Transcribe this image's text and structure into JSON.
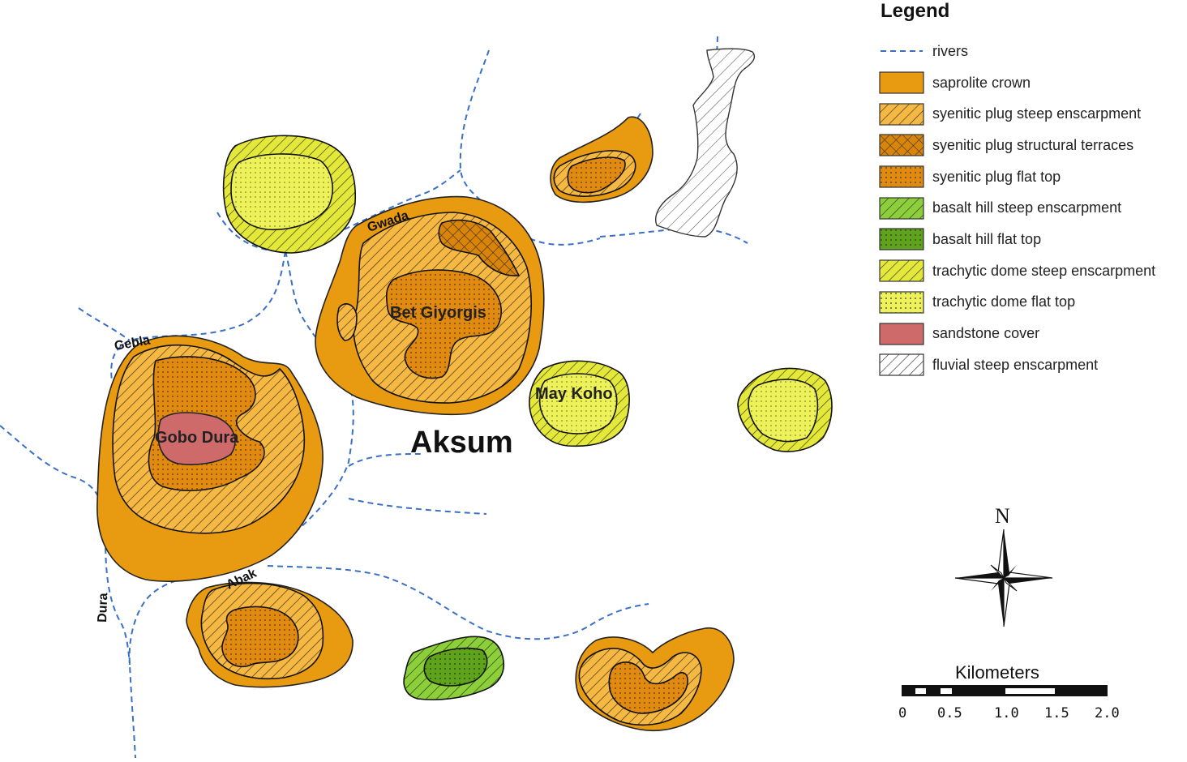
{
  "map_labels": {
    "town": "Aksum",
    "features": [
      "Bet Giyorgis",
      "Gobo Dura",
      "May Koho"
    ],
    "rivers": [
      "Gwada",
      "Gebla",
      "Abak",
      "Dura"
    ]
  },
  "legend": {
    "title": "Legend",
    "items": [
      {
        "label": "rivers",
        "icon": "dashed-line",
        "color": "#3b6fc4"
      },
      {
        "label": "saprolite crown",
        "icon": "solid-fill",
        "color": "#e89a10"
      },
      {
        "label": "syenitic plug steep enscarpment",
        "icon": "hatch-fill",
        "color": "#f5b843"
      },
      {
        "label": "syenitic plug structural terraces",
        "icon": "crosshatch-fill",
        "color": "#d9850c"
      },
      {
        "label": "syenitic plug flat top",
        "icon": "dot-fill",
        "color": "#e08a12"
      },
      {
        "label": "basalt hill steep enscarpment",
        "icon": "hatch-fill",
        "color": "#8ccf3a"
      },
      {
        "label": "basalt hill flat top",
        "icon": "dot-fill",
        "color": "#5fa21c"
      },
      {
        "label": "trachytic dome steep enscarpment",
        "icon": "hatch-fill",
        "color": "#e3e83a"
      },
      {
        "label": "trachytic dome flat top",
        "icon": "dot-fill",
        "color": "#eef25a"
      },
      {
        "label": "sandstone cover",
        "icon": "solid-fill",
        "color": "#cf6a6a"
      },
      {
        "label": "fluvial steep enscarpment",
        "icon": "hatch-fill",
        "color": "#ffffff"
      }
    ]
  },
  "north_arrow": {
    "label": "N",
    "icon": "compass-rose-icon"
  },
  "scale_bar": {
    "title": "Kilometers",
    "ticks": [
      "0",
      "0.5",
      "1.0",
      "1.5",
      "2.0"
    ]
  }
}
